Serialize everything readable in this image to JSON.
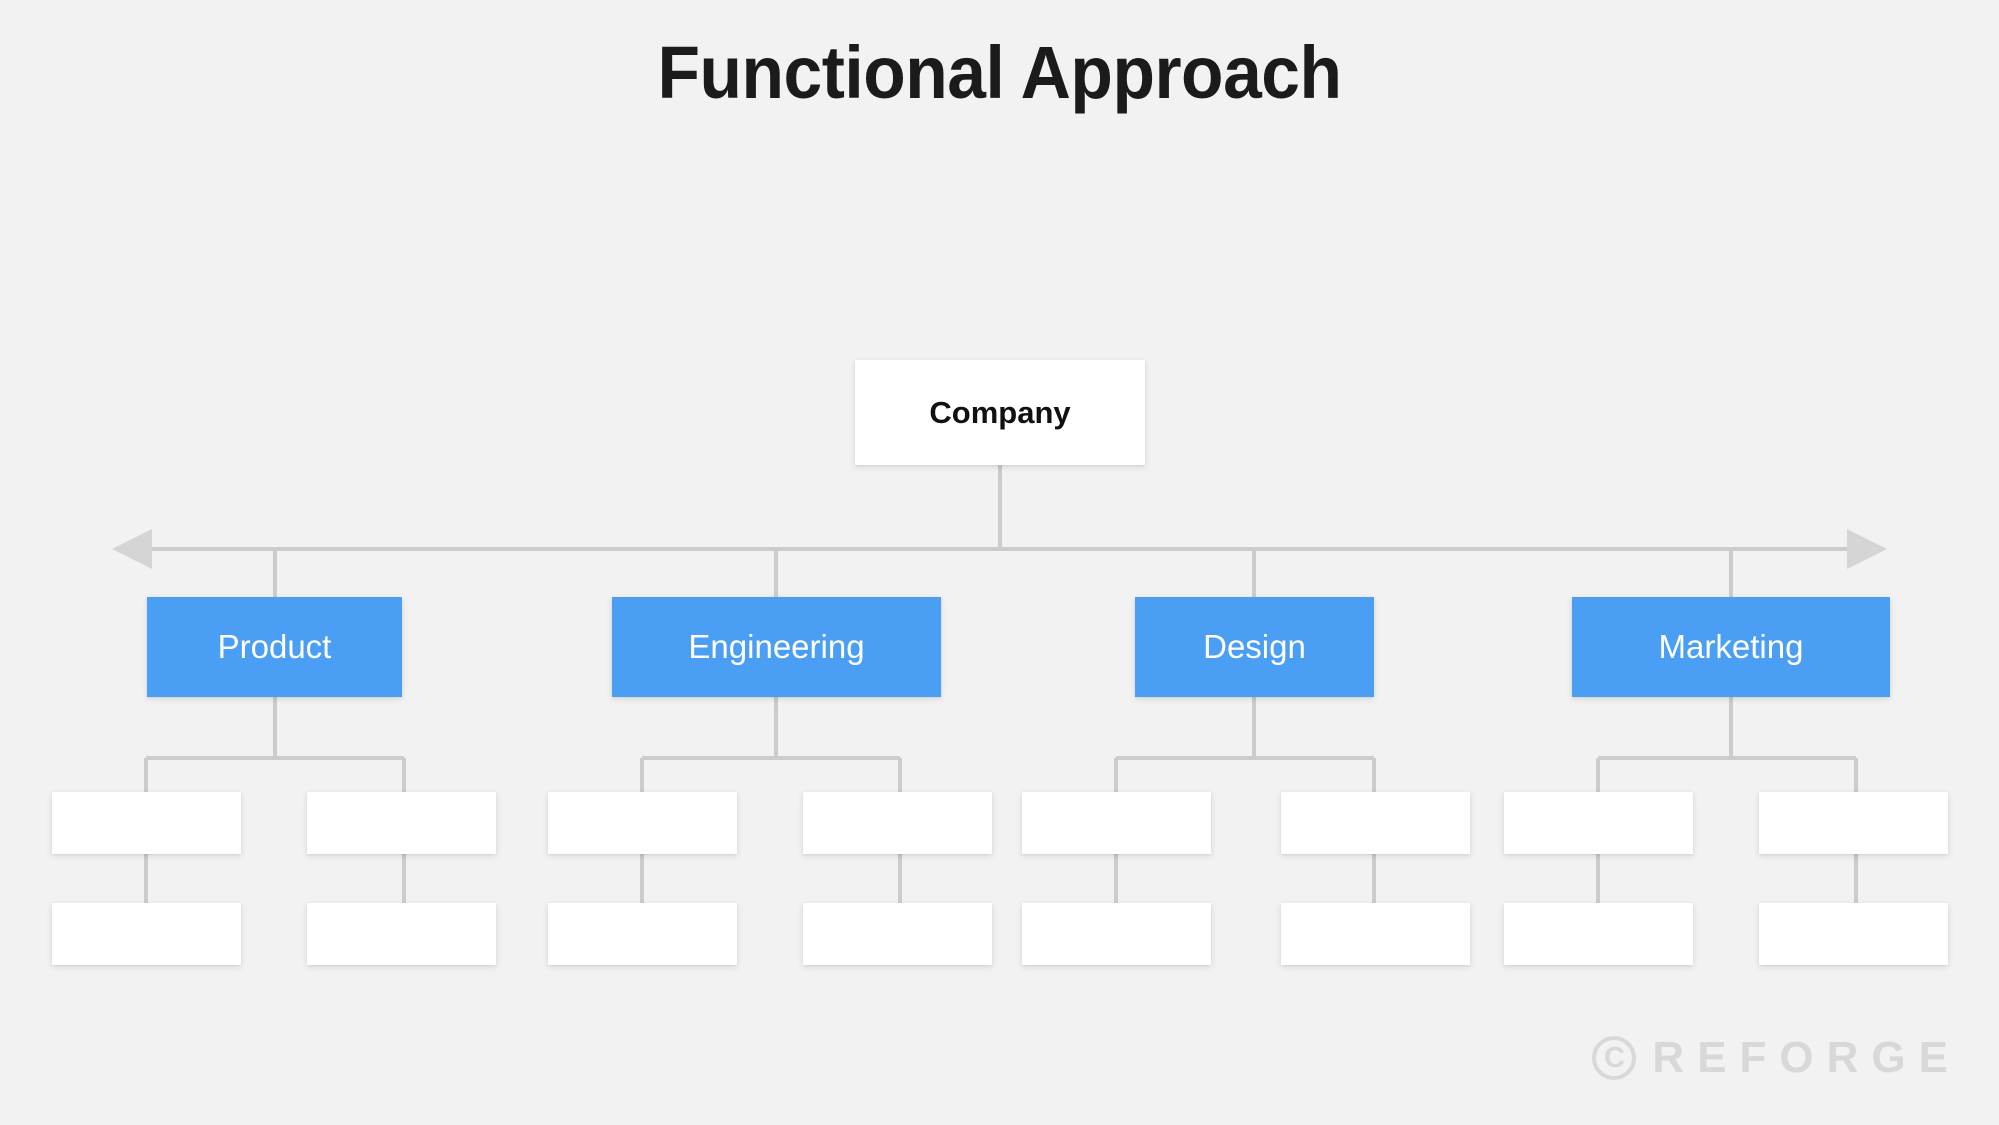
{
  "title": "Functional Approach",
  "colors": {
    "background": "#f2f2f2",
    "department_blue": "#4a9ef4",
    "node_white": "#ffffff",
    "connector_gray": "#cccccc",
    "title_black": "#1b1b1b",
    "watermark_gray": "#d8d8d8"
  },
  "chart_data": {
    "type": "diagram",
    "subtype": "org-chart",
    "title": "Functional Approach",
    "orientation": "top-down",
    "root": {
      "label": "Company",
      "style": "white-box"
    },
    "spine": {
      "style": "double-headed-horizontal-arrow",
      "arrow_left": true,
      "arrow_right": true
    },
    "levels": [
      {
        "name": "company",
        "count": 1
      },
      {
        "name": "functions",
        "count": 4
      },
      {
        "name": "teams-row-1",
        "count": 8
      },
      {
        "name": "teams-row-2",
        "count": 8
      }
    ],
    "departments": [
      {
        "label": "Product",
        "style": "blue-box",
        "children_columns": 2,
        "children_rows": 2
      },
      {
        "label": "Engineering",
        "style": "blue-box",
        "children_columns": 2,
        "children_rows": 2
      },
      {
        "label": "Design",
        "style": "blue-box",
        "children_columns": 2,
        "children_rows": 2
      },
      {
        "label": "Marketing",
        "style": "blue-box",
        "children_columns": 2,
        "children_rows": 2
      }
    ],
    "leaf_nodes": [
      {
        "label": ""
      },
      {
        "label": ""
      },
      {
        "label": ""
      },
      {
        "label": ""
      },
      {
        "label": ""
      },
      {
        "label": ""
      },
      {
        "label": ""
      },
      {
        "label": ""
      },
      {
        "label": ""
      },
      {
        "label": ""
      },
      {
        "label": ""
      },
      {
        "label": ""
      },
      {
        "label": ""
      },
      {
        "label": ""
      },
      {
        "label": ""
      },
      {
        "label": ""
      }
    ]
  },
  "nodes": {
    "root": {
      "label": "Company"
    },
    "departments": [
      {
        "label": "Product"
      },
      {
        "label": "Engineering"
      },
      {
        "label": "Design"
      },
      {
        "label": "Marketing"
      }
    ]
  },
  "watermark": {
    "symbol": "C",
    "text": "REFORGE"
  }
}
